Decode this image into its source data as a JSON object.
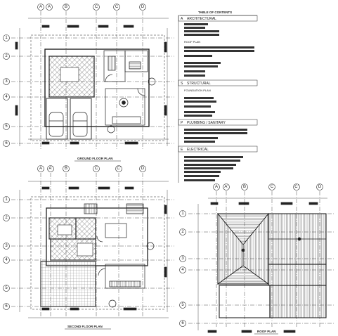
{
  "toc": {
    "title": "TABLE OF CONTENTS",
    "sections": [
      {
        "letter": "A",
        "name": "ARCHITECTURAL"
      },
      {
        "letter": "S",
        "name": "STRUCTURAL"
      },
      {
        "letter": "P",
        "name": "PLUMBING / SANITARY"
      },
      {
        "letter": "E",
        "name": "ELECTRICAL"
      }
    ],
    "row_labels": [
      "ROOF PLAN",
      "FOUNDATION PLAN"
    ]
  },
  "titles": {
    "ground": "GROUND FLOOR PLAN",
    "second": "SECOND FLOOR PLAN",
    "roof": "ROOF PLAN"
  },
  "grids": {
    "ground_cols": [
      "A",
      "B",
      "C",
      "D"
    ],
    "ground_rows": [
      "1",
      "2",
      "3",
      "4",
      "5",
      "6"
    ],
    "second_cols": [
      "A",
      "A'",
      "B",
      "C",
      "C'",
      "D"
    ],
    "second_rows": [
      "1",
      "2",
      "3",
      "4",
      "5",
      "6"
    ],
    "roof_cols": [
      "A",
      "A'",
      "B",
      "C",
      "C'",
      "D"
    ],
    "roof_rows": [
      "1",
      "2",
      "3",
      "4",
      "5",
      "6"
    ]
  },
  "colors": {
    "line": "#222222",
    "hatch": "#444444",
    "fill_dark": "#333333"
  }
}
